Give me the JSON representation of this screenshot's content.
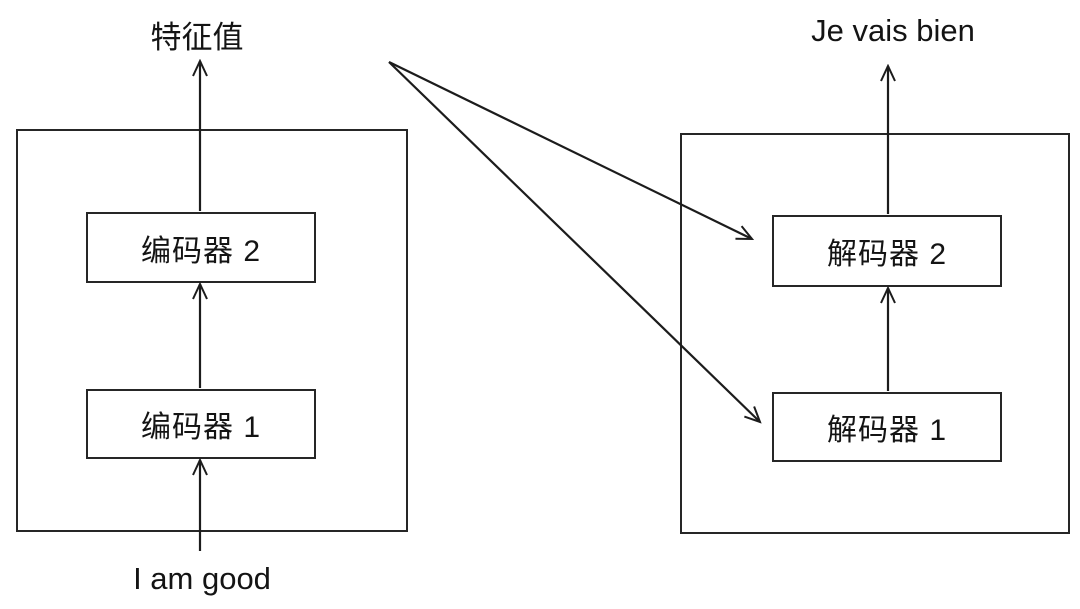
{
  "diagram": {
    "encoder_stack": {
      "output_label": "特征值",
      "input_label": "I am good",
      "blocks": [
        {
          "label": "编码器 2"
        },
        {
          "label": "编码器 1"
        }
      ]
    },
    "decoder_stack": {
      "output_label": "Je vais bien",
      "blocks": [
        {
          "label": "解码器 2"
        },
        {
          "label": "解码器 1"
        }
      ]
    },
    "colors": {
      "line": "#1c1c1c",
      "background": "#ffffff"
    }
  }
}
